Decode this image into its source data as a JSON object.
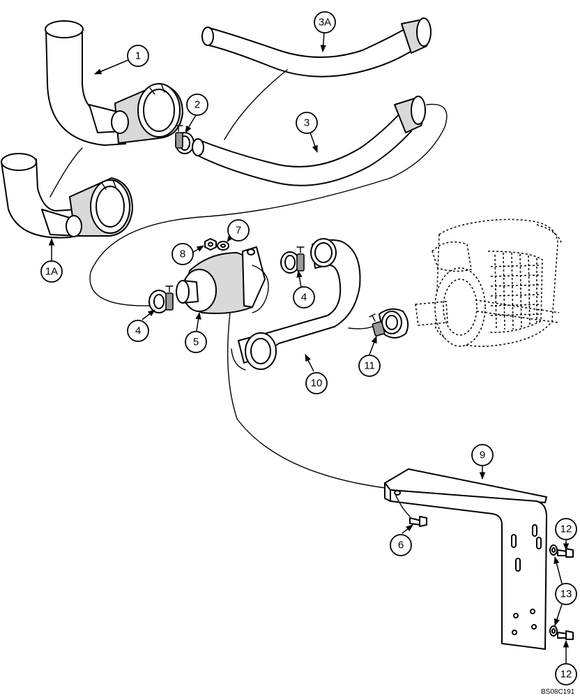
{
  "diagram": {
    "reference_code": "BS08C191",
    "callouts": [
      {
        "id": "c1",
        "label": "1"
      },
      {
        "id": "c1a",
        "label": "1A"
      },
      {
        "id": "c2",
        "label": "2"
      },
      {
        "id": "c3",
        "label": "3"
      },
      {
        "id": "c3a",
        "label": "3A"
      },
      {
        "id": "c4a",
        "label": "4"
      },
      {
        "id": "c4b",
        "label": "4"
      },
      {
        "id": "c5",
        "label": "5"
      },
      {
        "id": "c6",
        "label": "6"
      },
      {
        "id": "c7",
        "label": "7"
      },
      {
        "id": "c8",
        "label": "8"
      },
      {
        "id": "c9",
        "label": "9"
      },
      {
        "id": "c10",
        "label": "10"
      },
      {
        "id": "c11",
        "label": "11"
      },
      {
        "id": "c12a",
        "label": "12"
      },
      {
        "id": "c12b",
        "label": "12"
      },
      {
        "id": "c13",
        "label": "13"
      }
    ]
  }
}
